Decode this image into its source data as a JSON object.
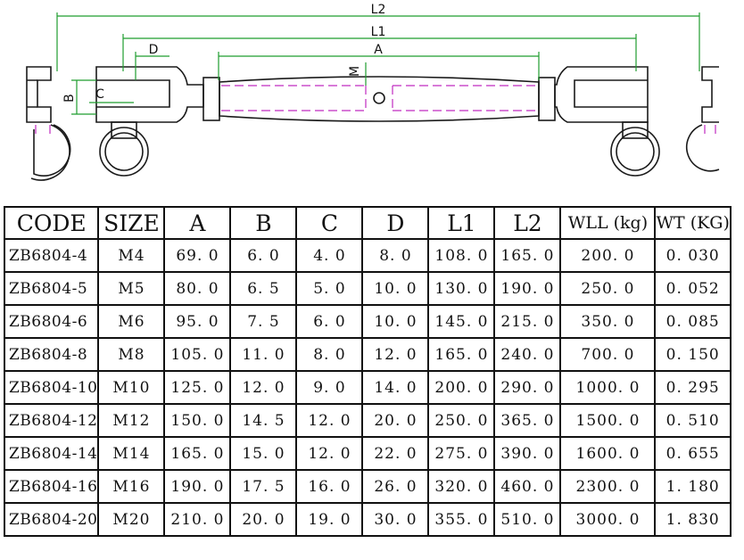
{
  "drawing": {
    "labels": {
      "l2": "L2",
      "l1": "L1",
      "a": "A",
      "d": "D",
      "b": "B",
      "c": "C",
      "m": "M"
    },
    "colors": {
      "dimension": "#1f9d2f",
      "hidden_line": "#c02bc0",
      "outline": "#1a1a1a"
    }
  },
  "table": {
    "headers": [
      "CODE",
      "SIZE",
      "A",
      "B",
      "C",
      "D",
      "L1",
      "L2",
      "WLL (kg)",
      "WT (KG)"
    ],
    "rows": [
      [
        "ZB6804-4",
        "M4",
        "69. 0",
        "6. 0",
        "4. 0",
        "8. 0",
        "108. 0",
        "165. 0",
        "200. 0",
        "0. 030"
      ],
      [
        "ZB6804-5",
        "M5",
        "80. 0",
        "6. 5",
        "5. 0",
        "10. 0",
        "130. 0",
        "190. 0",
        "250. 0",
        "0. 052"
      ],
      [
        "ZB6804-6",
        "M6",
        "95. 0",
        "7. 5",
        "6. 0",
        "10. 0",
        "145. 0",
        "215. 0",
        "350. 0",
        "0. 085"
      ],
      [
        "ZB6804-8",
        "M8",
        "105. 0",
        "11. 0",
        "8. 0",
        "12. 0",
        "165. 0",
        "240. 0",
        "700. 0",
        "0. 150"
      ],
      [
        "ZB6804-10",
        "M10",
        "125. 0",
        "12. 0",
        "9. 0",
        "14. 0",
        "200. 0",
        "290. 0",
        "1000. 0",
        "0. 295"
      ],
      [
        "ZB6804-12",
        "M12",
        "150. 0",
        "14. 5",
        "12. 0",
        "20. 0",
        "250. 0",
        "365. 0",
        "1500. 0",
        "0. 510"
      ],
      [
        "ZB6804-14",
        "M14",
        "165. 0",
        "15. 0",
        "12. 0",
        "22. 0",
        "275. 0",
        "390. 0",
        "1600. 0",
        "0. 655"
      ],
      [
        "ZB6804-16",
        "M16",
        "190. 0",
        "17. 5",
        "16. 0",
        "26. 0",
        "320. 0",
        "460. 0",
        "2300. 0",
        "1. 180"
      ],
      [
        "ZB6804-20",
        "M20",
        "210. 0",
        "20. 0",
        "19. 0",
        "30. 0",
        "355. 0",
        "510. 0",
        "3000. 0",
        "1. 830"
      ]
    ]
  }
}
